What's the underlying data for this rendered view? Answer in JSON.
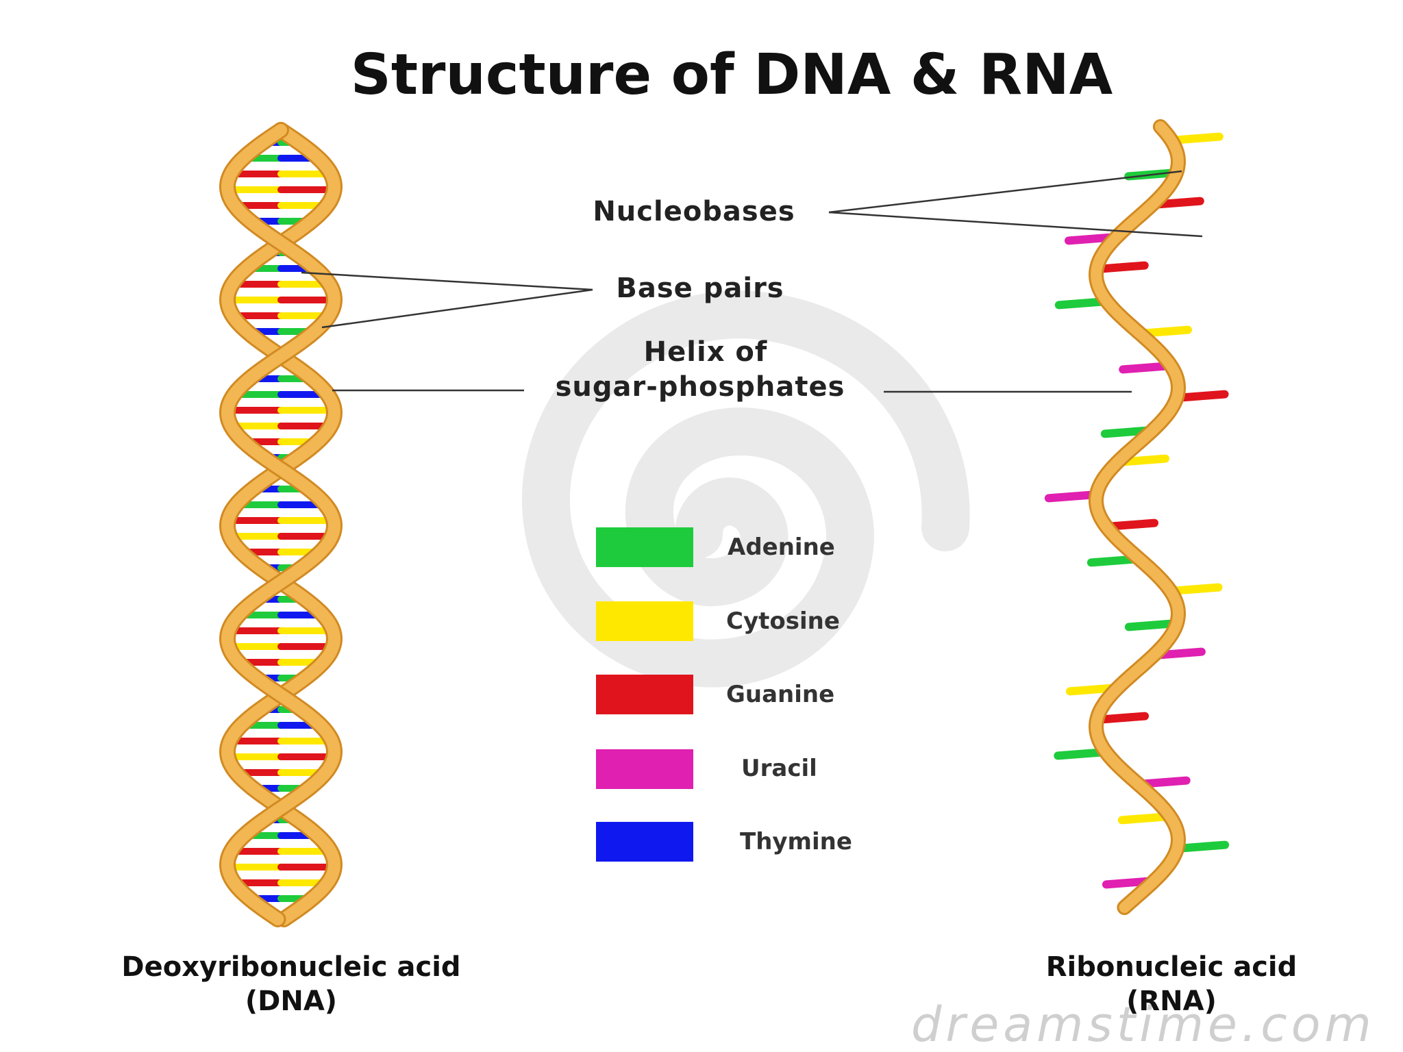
{
  "title": "Structure of DNA & RNA",
  "labels": {
    "nucleobases": "Nucleobases",
    "base_pairs": "Base pairs",
    "helix_line1": "Helix of",
    "helix_line2": "sugar-phosphates"
  },
  "legend": [
    {
      "name": "Adenine",
      "color": "#1ecb3c"
    },
    {
      "name": "Cytosine",
      "color": "#ffe800"
    },
    {
      "name": "Guanine",
      "color": "#e0141c"
    },
    {
      "name": "Uracil",
      "color": "#e020b0"
    },
    {
      "name": "Thymine",
      "color": "#1018f0"
    }
  ],
  "dna": {
    "line1": "Deoxyribonucleic acid",
    "line2": "(DNA)"
  },
  "rna": {
    "line1": "Ribonucleic acid",
    "line2": "(RNA)"
  },
  "watermark": "dreamstime.com",
  "colors": {
    "backbone": "#f2b652",
    "backbone_edge": "#d18a22"
  }
}
